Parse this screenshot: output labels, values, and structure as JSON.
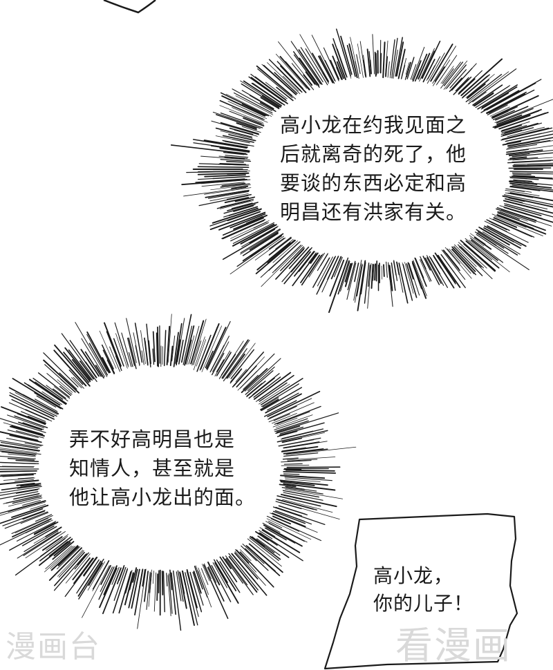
{
  "bubbles": {
    "top_thought": {
      "lines": [
        "高小龙在约我见面之",
        "后就离奇的死了，他",
        "要谈的东西必定和高",
        "明昌还有洪家有关。"
      ]
    },
    "left_thought": {
      "lines": [
        "弄不好高明昌也是",
        "知情人，甚至就是",
        "他让高小龙出的面。"
      ]
    },
    "speech": {
      "lines": [
        "高小龙，",
        "你的儿子！"
      ]
    }
  },
  "watermarks": {
    "left": "漫画台",
    "right": "看漫画"
  },
  "colors": {
    "ink": "#1a1a1a",
    "paper": "#ffffff",
    "watermark": "#d9d9d9"
  }
}
